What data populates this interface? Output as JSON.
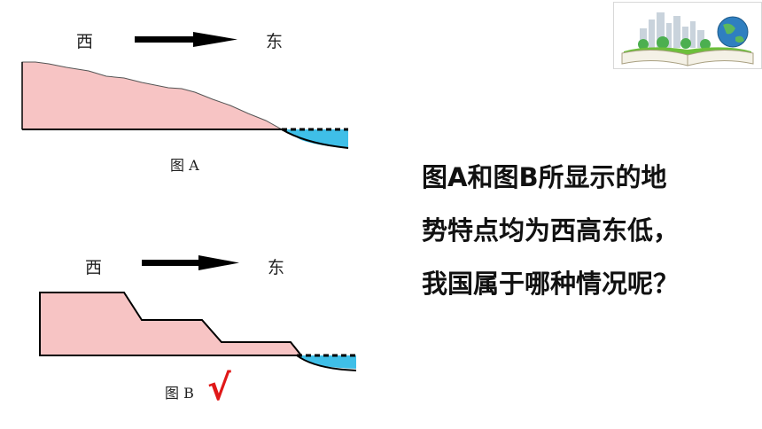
{
  "figure_a": {
    "west_label": "西",
    "east_label": "东",
    "caption": "图 A"
  },
  "figure_b": {
    "west_label": "西",
    "east_label": "东",
    "caption": "图 B",
    "check_mark": "√"
  },
  "question": {
    "lines": [
      "图A和图B所显示的地",
      "势特点均为西高东低，",
      "我国属于哪种情况呢？"
    ]
  },
  "colors": {
    "land_fill": "#f7c4c4",
    "water_fill": "#3fbfe8",
    "check_color": "#e01818"
  },
  "icons": {
    "logo": "book-with-city-and-globe"
  }
}
